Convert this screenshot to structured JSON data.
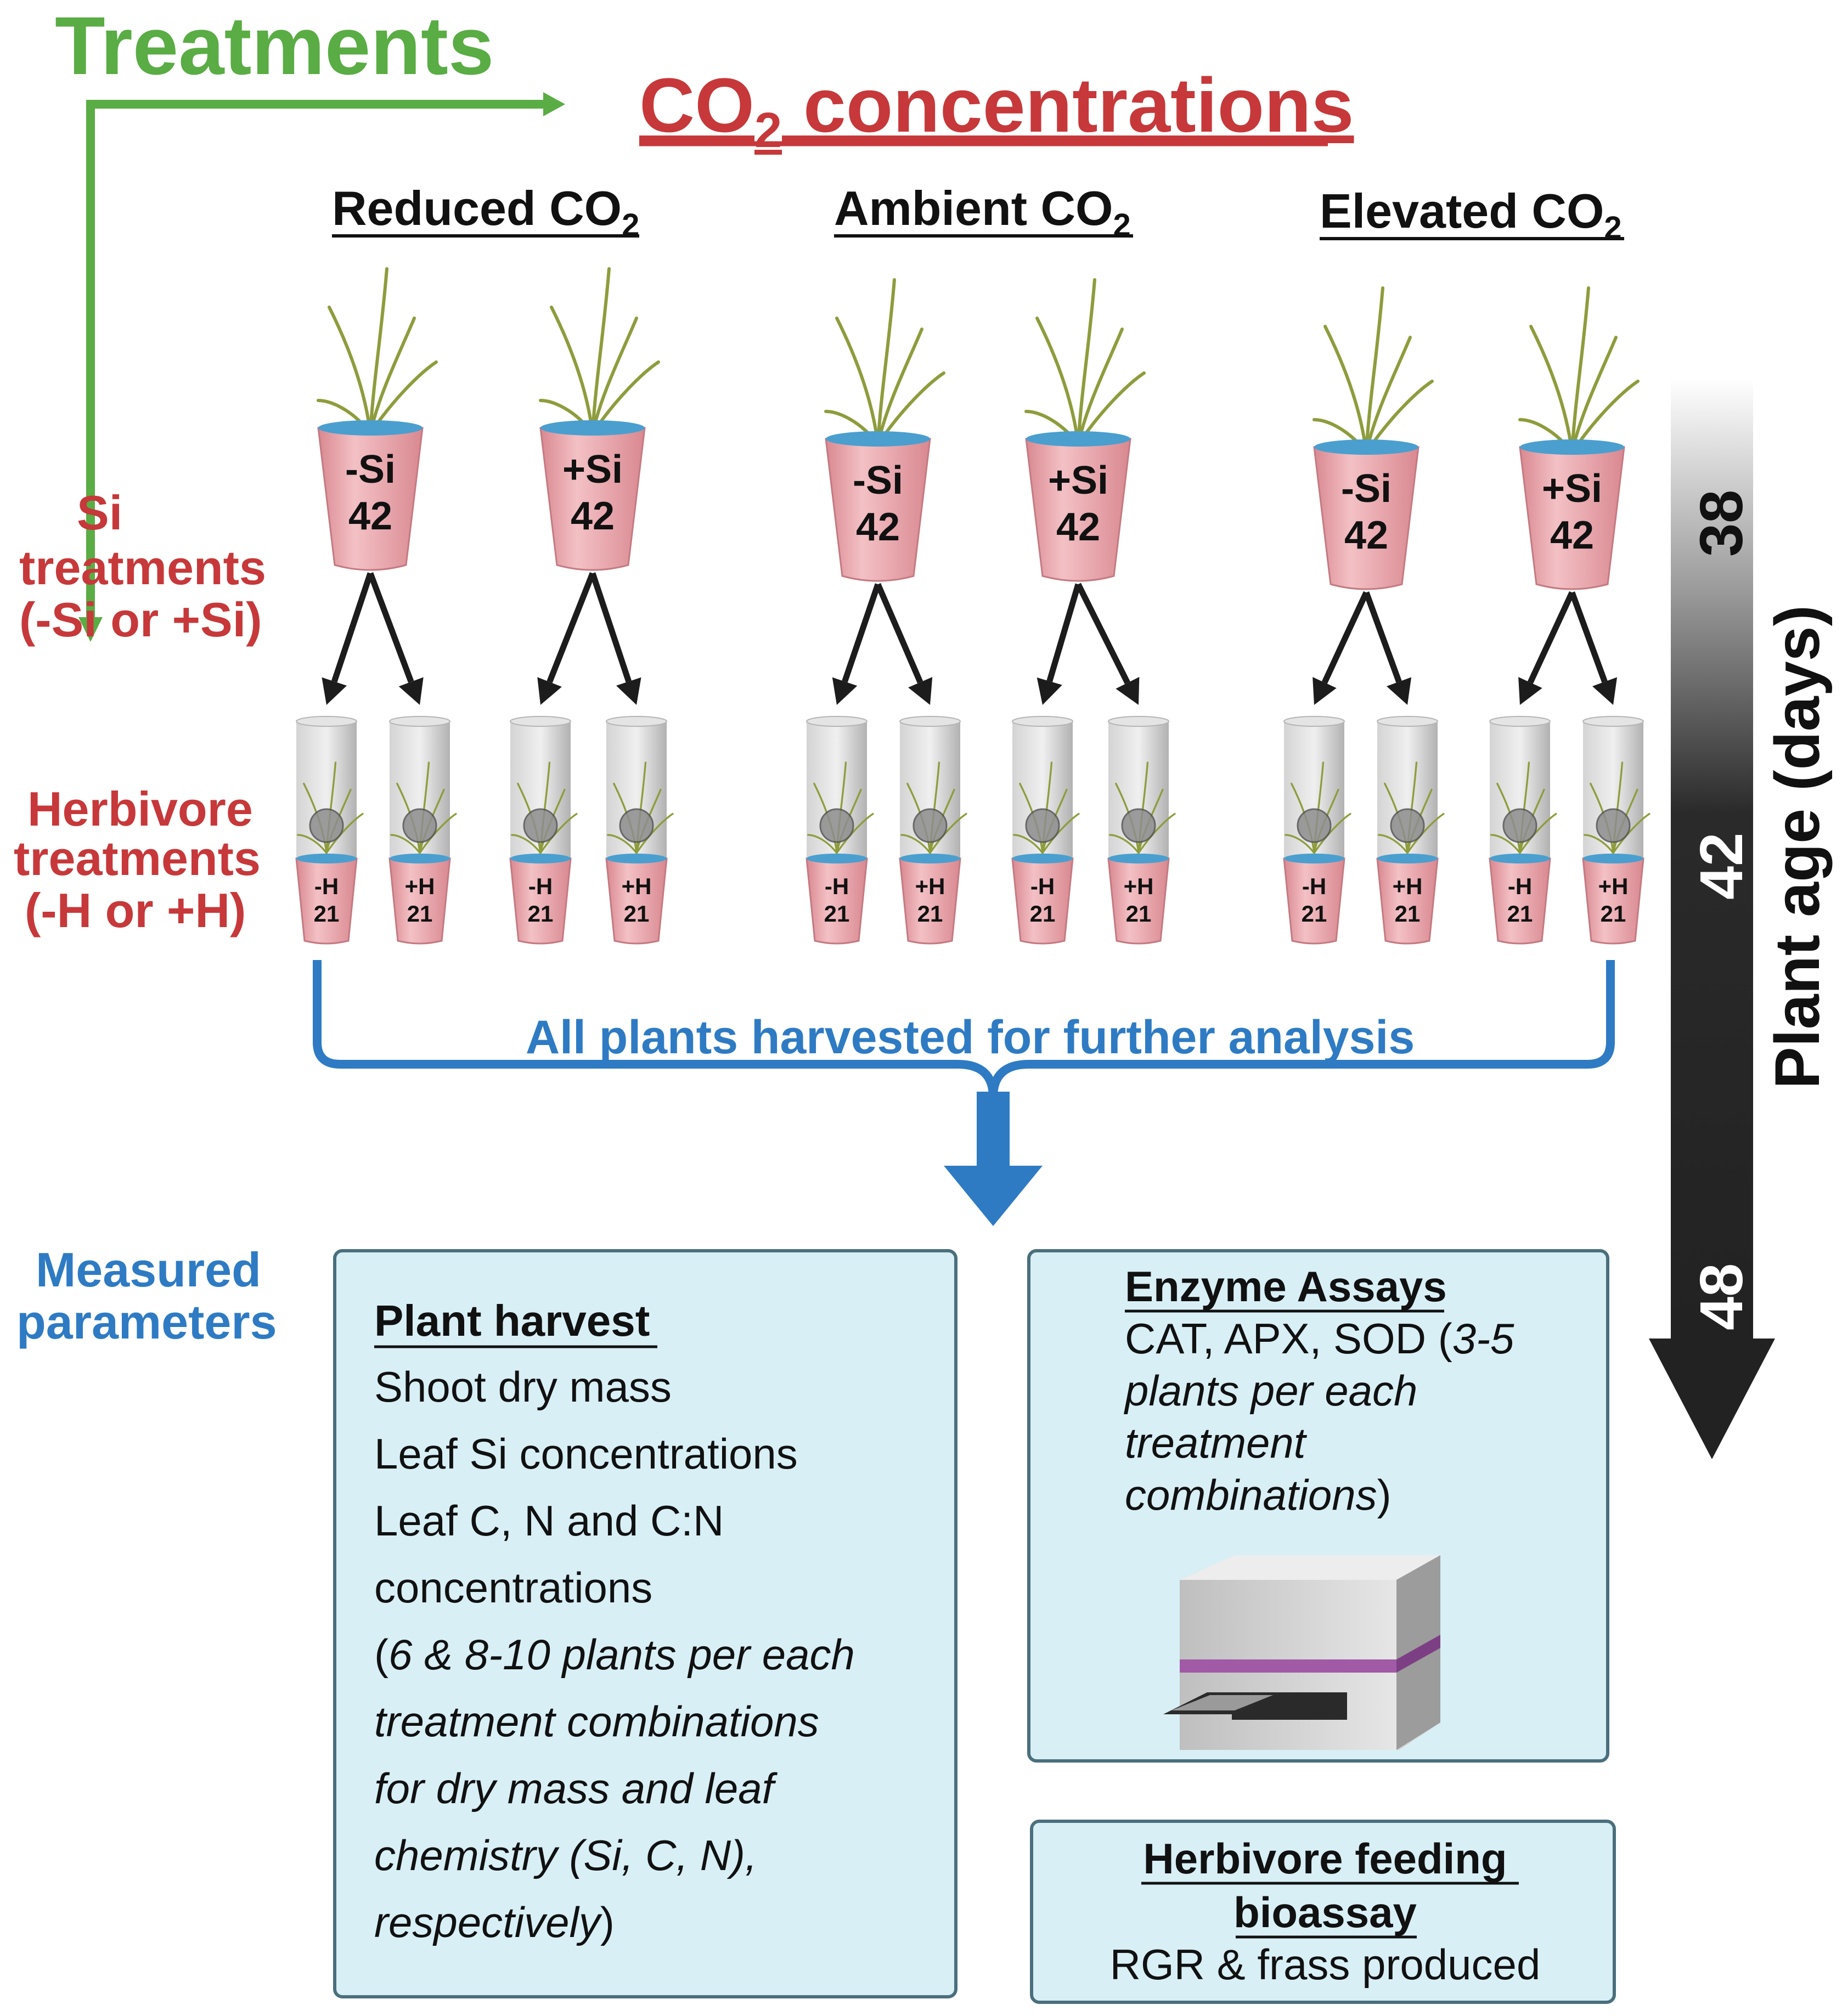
{
  "treatments_label": "Treatments",
  "co2_header": {
    "prefix": "CO",
    "sub": "2",
    "suffix": " concentrations"
  },
  "co2_groups": [
    {
      "prefix": "Reduced CO",
      "sub": "2"
    },
    {
      "prefix": "Ambient CO",
      "sub": "2"
    },
    {
      "prefix": "Elevated CO",
      "sub": "2"
    }
  ],
  "si_label": [
    "Si",
    "treatments",
    "(-Si or +Si)"
  ],
  "herb_label": [
    "Herbivore",
    "treatments",
    "(-H or +H)"
  ],
  "pots": [
    {
      "tag": "-Si",
      "day": "42"
    },
    {
      "tag": "+Si",
      "day": "42"
    },
    {
      "tag": "-Si",
      "day": "42"
    },
    {
      "tag": "+Si",
      "day": "42"
    },
    {
      "tag": "-Si",
      "day": "42"
    },
    {
      "tag": "+Si",
      "day": "42"
    }
  ],
  "cups": [
    {
      "tag": "-H",
      "day": "21"
    },
    {
      "tag": "+H",
      "day": "21"
    },
    {
      "tag": "-H",
      "day": "21"
    },
    {
      "tag": "+H",
      "day": "21"
    },
    {
      "tag": "-H",
      "day": "21"
    },
    {
      "tag": "+H",
      "day": "21"
    },
    {
      "tag": "-H",
      "day": "21"
    },
    {
      "tag": "+H",
      "day": "21"
    },
    {
      "tag": "-H",
      "day": "21"
    },
    {
      "tag": "+H",
      "day": "21"
    },
    {
      "tag": "-H",
      "day": "21"
    },
    {
      "tag": "+H",
      "day": "21"
    }
  ],
  "harvest_text": "All plants harvested for further analysis",
  "timeline": {
    "title": "Plant age (days)",
    "ticks": [
      "38",
      "42",
      "48"
    ]
  },
  "measured_label": [
    "Measured",
    "parameters"
  ],
  "plant_harvest": {
    "title": "Plant harvest ",
    "lines": [
      "Shoot dry mass",
      "Leaf Si  concentrations",
      "Leaf C, N and C:N",
      "concentrations"
    ],
    "note": {
      "open": "(",
      "italic": [
        "6 & 8-10 plants per each",
        "treatment combinations",
        "for dry mass and leaf",
        "chemistry (Si, C, N),",
        "respectively"
      ],
      "close": ")"
    }
  },
  "enzyme": {
    "title": "Enzyme Assays",
    "first_line": "CAT, APX, SOD (",
    "first_italic": "3-5",
    "italic": [
      "plants per each",
      "treatment",
      "combinations"
    ],
    "close": ")"
  },
  "feeding": {
    "title": [
      "Herbivore feeding ",
      "bioassay"
    ],
    "line": "RGR & frass produced"
  },
  "colors": {
    "green": "#5aac44",
    "red": "#c7383a",
    "blue": "#2e7bc4",
    "box_fill": "#d8eff6",
    "box_stroke": "#4a6f7d",
    "pot": "#e8a3a8",
    "soil": "#4a9fcf",
    "leaf": "#8e9c3c"
  }
}
